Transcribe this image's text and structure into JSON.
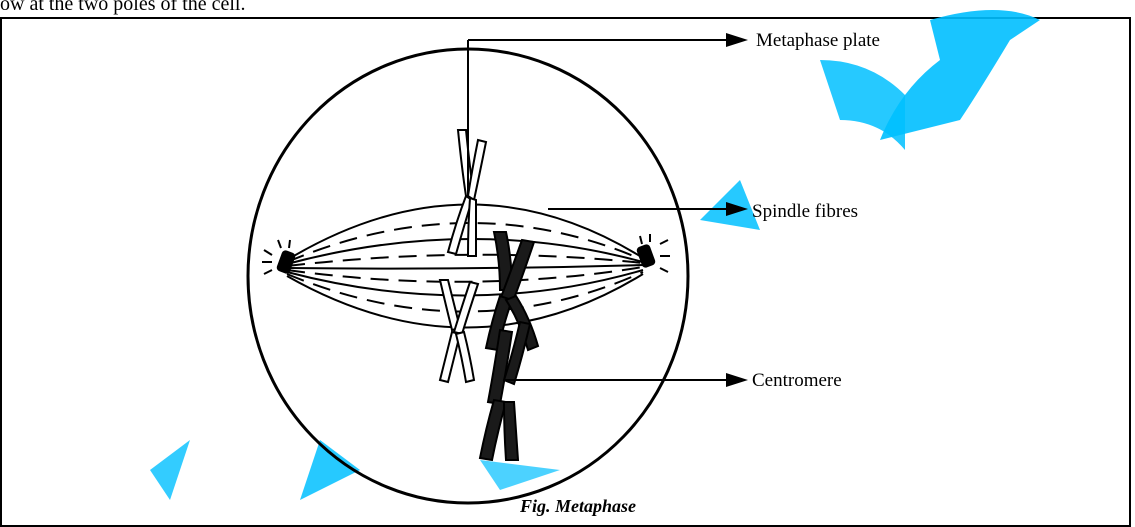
{
  "header_text": "ow at the two poles of the cell.",
  "labels": {
    "metaphase_plate": "Metaphase plate",
    "spindle_fibres": "Spindle fibres",
    "centromere": "Centromere"
  },
  "caption": "Fig. Metaphase",
  "colors": {
    "ink": "#000000",
    "watermark": "#00bfff",
    "background": "#ffffff"
  }
}
